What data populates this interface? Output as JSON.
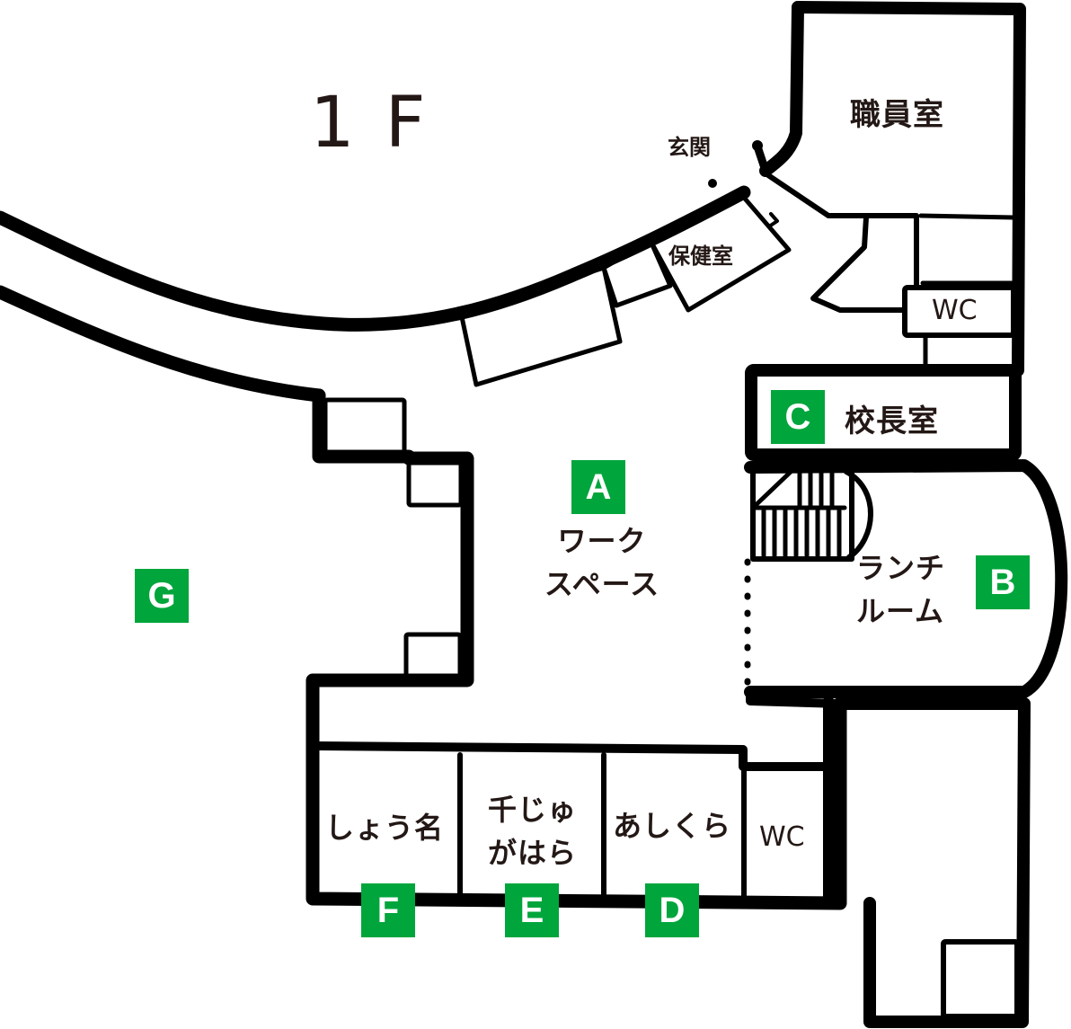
{
  "floor": {
    "title": "1F"
  },
  "colors": {
    "wall": "#000000",
    "badge_bg": "#00a53c",
    "badge_text": "#ffffff",
    "text": "#231815"
  },
  "rooms": {
    "entrance": "玄関",
    "health_room": "保健室",
    "staff_room": "職員室",
    "wc_upper": "WC",
    "principal_room": "校長室",
    "work_space_line1": "ワーク",
    "work_space_line2": "スペース",
    "lunch_room_line1": "ランチ",
    "lunch_room_line2": "ルーム",
    "shoumyou": "しょう名",
    "senju_line1": "千じゅ",
    "senju_line2": "がはら",
    "ashikura": "あしくら",
    "wc_lower": "WC"
  },
  "badges": {
    "A": "A",
    "B": "B",
    "C": "C",
    "D": "D",
    "E": "E",
    "F": "F",
    "G": "G"
  },
  "legend_map": [
    {
      "badge": "A",
      "room": "ワークスペース"
    },
    {
      "badge": "B",
      "room": "ランチルーム"
    },
    {
      "badge": "C",
      "room": "校長室"
    },
    {
      "badge": "D",
      "room": "あしくら"
    },
    {
      "badge": "E",
      "room": "千じゅがはら"
    },
    {
      "badge": "F",
      "room": "しょう名"
    },
    {
      "badge": "G",
      "room": ""
    }
  ]
}
